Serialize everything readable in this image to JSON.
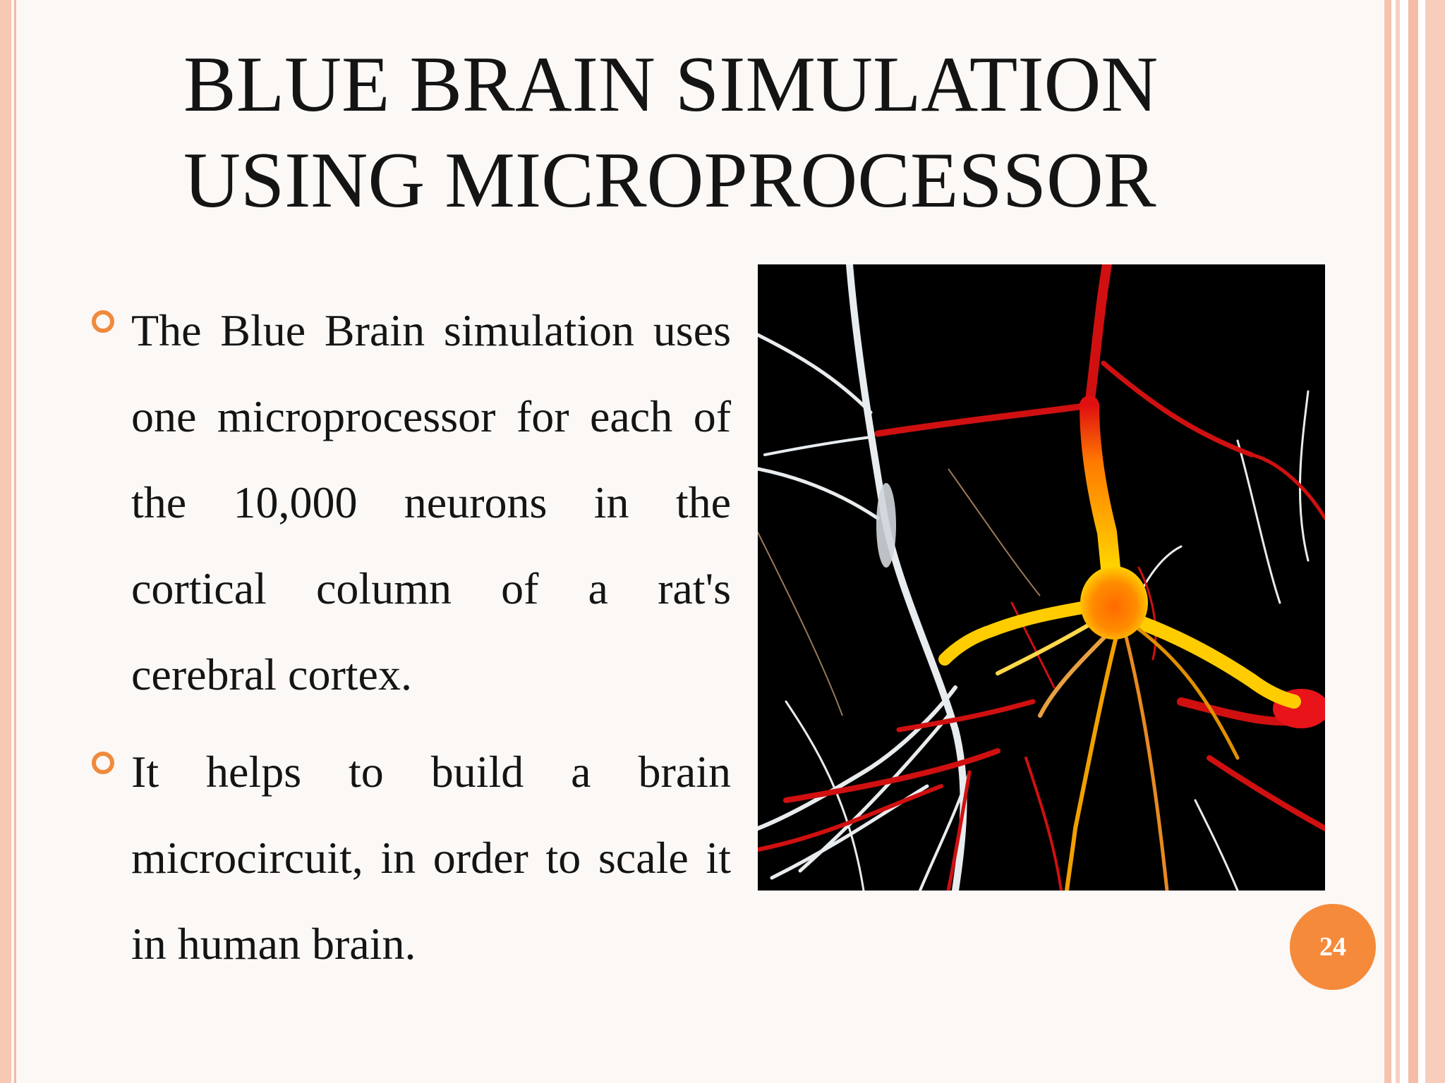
{
  "slide": {
    "title_line1": "BLUE BRAIN SIMULATION",
    "title_line2": "USING MICROPROCESSOR",
    "bullets": [
      {
        "text": "The Blue Brain simulation uses one microprocessor for each of the 10,000 neurons in the cortical column of a rat's cerebral cortex."
      },
      {
        "text": "It helps to build a brain microcircuit, in order to scale it in human brain."
      }
    ],
    "page_number": "24"
  },
  "colors": {
    "accent": "#f58a3b",
    "bullet_marker": "#f08a3c",
    "border": "#f7c8b4",
    "text": "#141414",
    "image_background": "#000000"
  },
  "icons": {
    "bullet": "hollow-circle"
  }
}
